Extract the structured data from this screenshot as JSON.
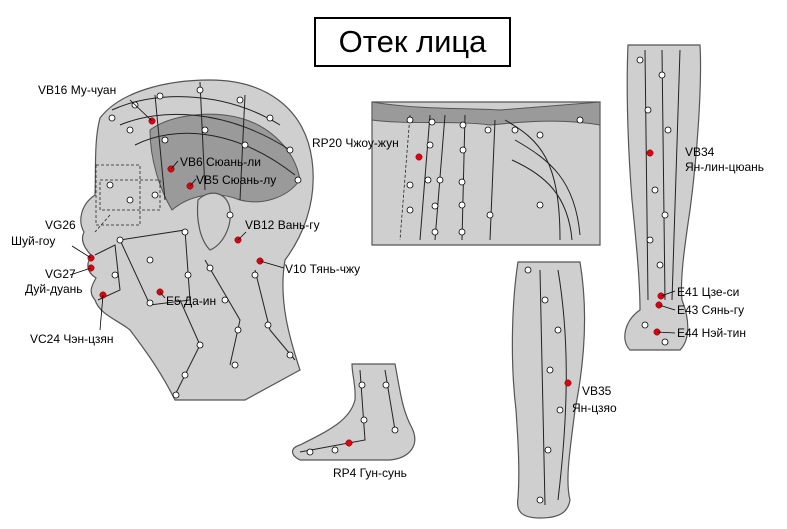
{
  "title": "Отек лица",
  "labels": {
    "vb16": "VB16 Му-чуан",
    "vb6": "VB6 Сюань-ли",
    "vb5": "VB5 Сюань-лу",
    "vg26_a": "VG26",
    "vg26_b": "Шуй-гоу",
    "vb12": "VB12 Вань-гу",
    "vg27_a": "VG27",
    "vg27_b": "Дуй-дуань",
    "v10": "V10 Тянь-чжу",
    "e5": "E5 Да-ин",
    "vc24": "VC24 Чэн-цзян",
    "rp20": "RP20 Чжоу-жун",
    "vb34_a": "VB34",
    "vb34_b": "Ян-лин-цюань",
    "e41": "E41 Цзе-си",
    "e43": "E43 Сянь-гу",
    "e44": "E44 Нэй-тин",
    "vb35_a": "VB35",
    "vb35_b": "Ян-цзяо",
    "rp4": "RP4 Гун-сунь"
  },
  "colors": {
    "acupoint": "#e0000f",
    "figure": "#cfcfcf",
    "line": "#222222"
  }
}
